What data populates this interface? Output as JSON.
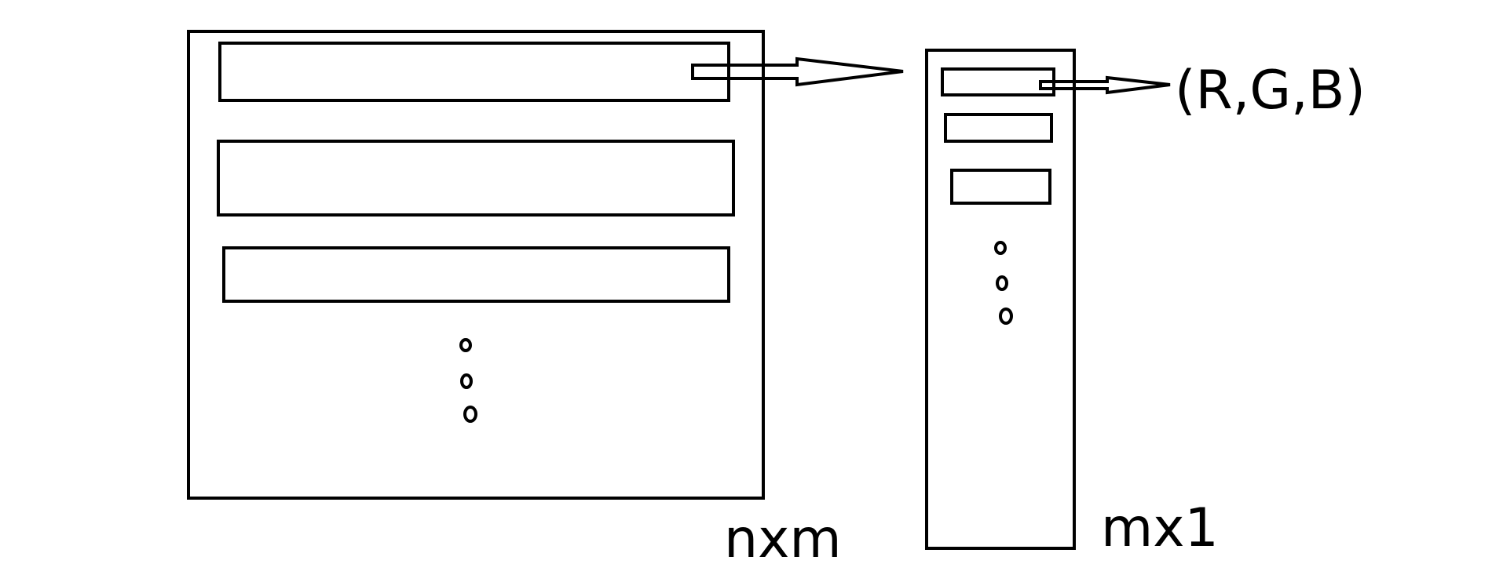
{
  "matrix_label": "nxm",
  "vector_label": "mx1",
  "pixel_label": "(R,G,B)",
  "colors": {
    "stroke": "#000000",
    "background": "#ffffff"
  }
}
